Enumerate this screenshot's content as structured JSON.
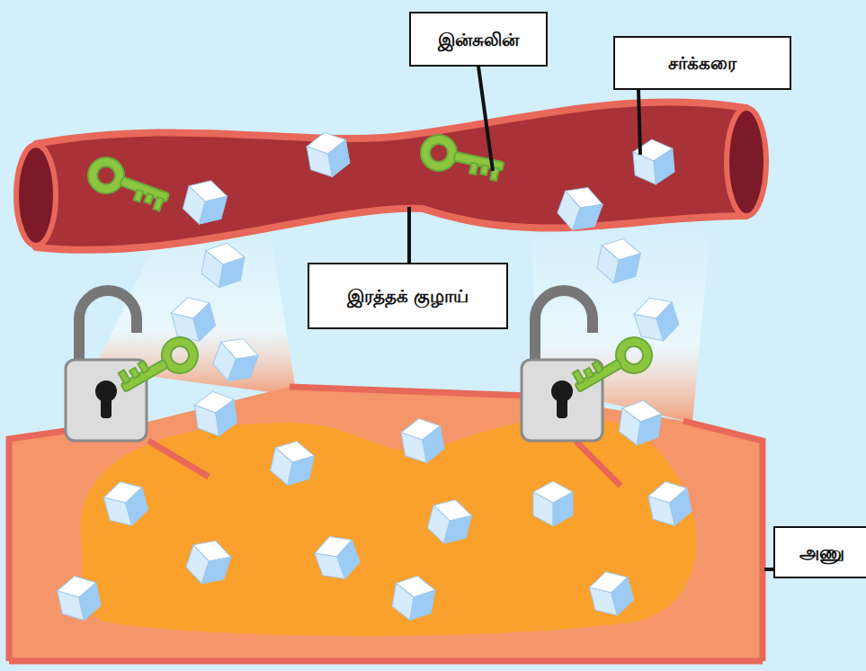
{
  "diagram": {
    "nodes": [
      {
        "text": [
          "இன்சுலின்"
        ]
      },
      {
        "text": [
          "சர்க்கரை"
        ]
      },
      {
        "text": [
          "இரத்தக் குழாய்"
        ]
      },
      {
        "text": [
          "அணு"
        ]
      }
    ]
  }
}
